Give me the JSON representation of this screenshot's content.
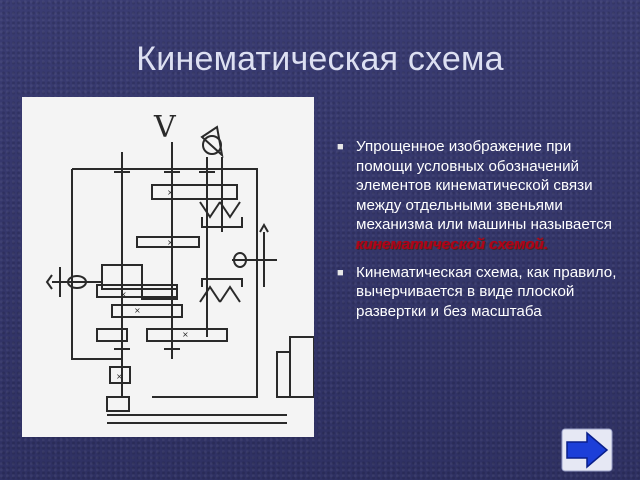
{
  "slide": {
    "title": "Кинематическая схема",
    "bullets": [
      {
        "text": "Упрощенное изображение при помощи условных обозначений элементов кинематической связи между отдельными звеньями механизма или машины называется",
        "emphasis": "кинематической схемой."
      },
      {
        "text": "Кинематическая схема, как правило, вычерчивается в виде плоской развертки и без масштаба"
      }
    ]
  },
  "scheme_image": {
    "handwritten_mark": "V"
  },
  "navigation": {
    "next_icon": "right-arrow-icon"
  },
  "colors": {
    "background": "#34366a",
    "emphasis": "#b2001a",
    "button_blue": "#1c3fd8"
  }
}
